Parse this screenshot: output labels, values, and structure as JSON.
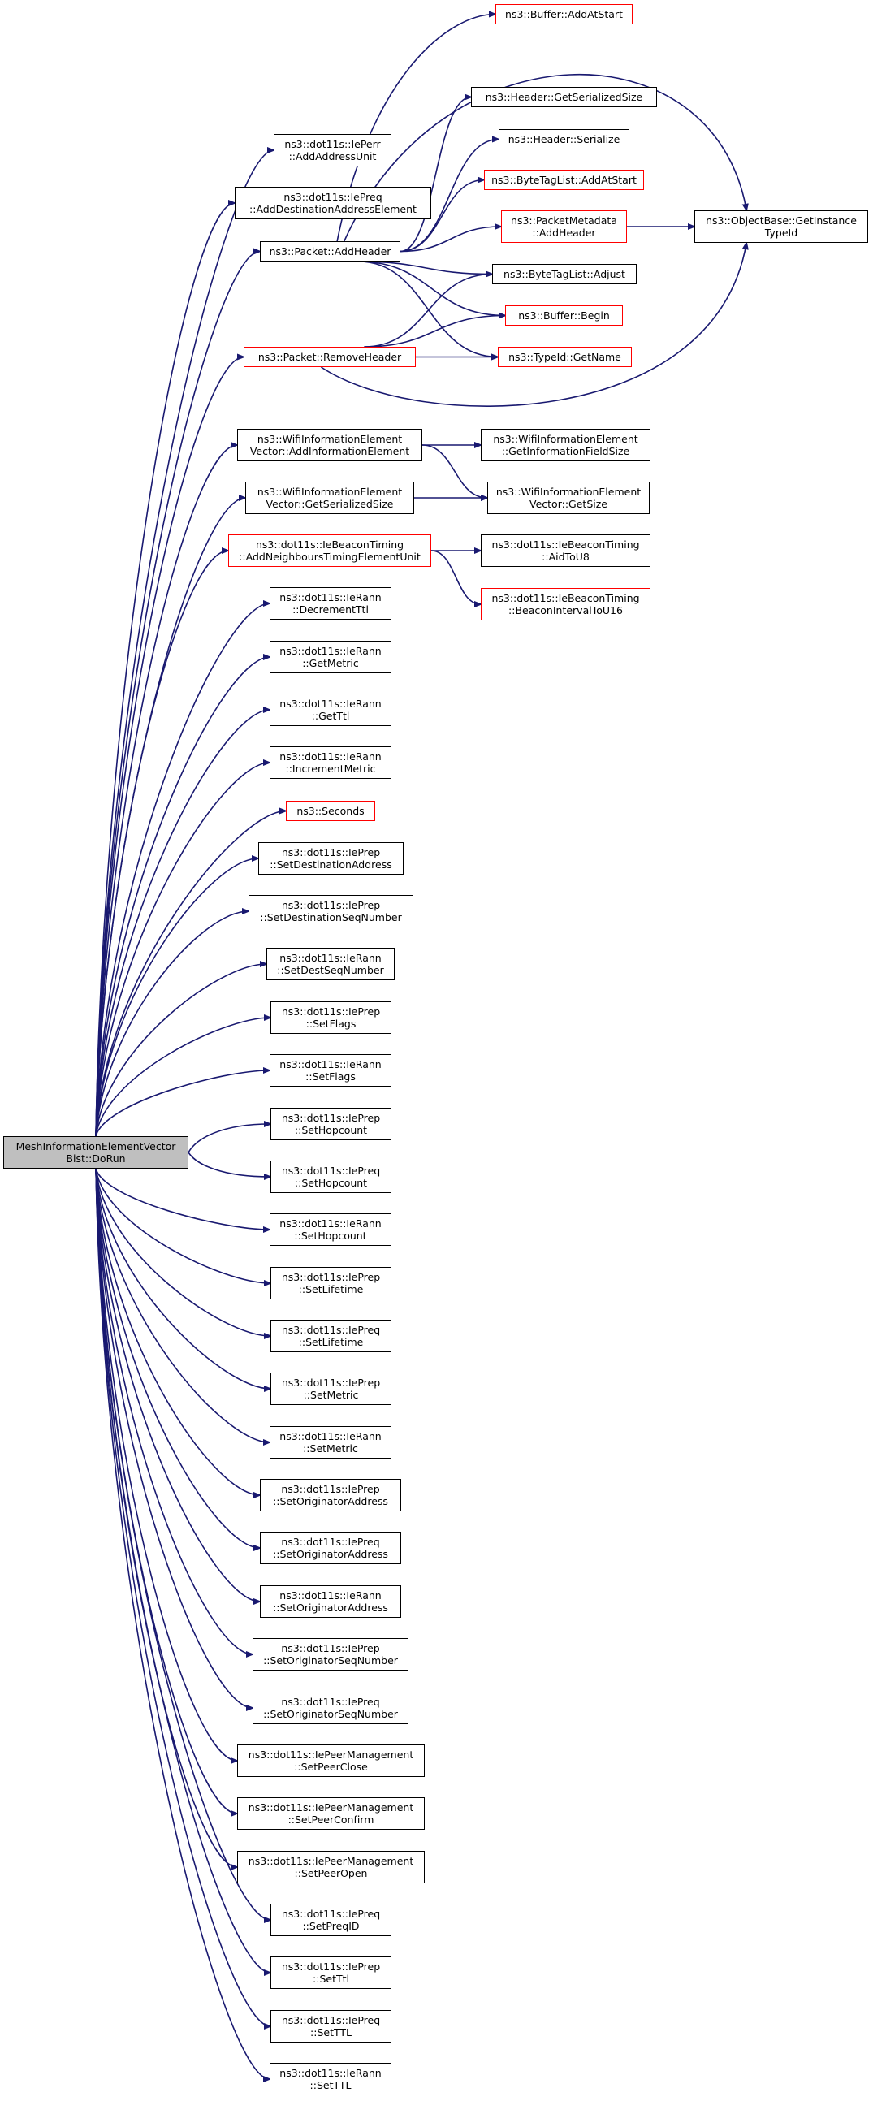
{
  "graph": {
    "root": {
      "id": "root",
      "lines": [
        "MeshInformationElementVector",
        "Bist::DoRun"
      ]
    },
    "colors": {
      "edge": "#191970",
      "node_border": "#000000",
      "node_border_linked": "#ff0000",
      "root_fill": "#bfbfbf"
    },
    "nodes": [
      {
        "id": "ieperr_addaddressunit",
        "lines": [
          "ns3::dot11s::IePerr",
          "::AddAddressUnit"
        ],
        "border": "black"
      },
      {
        "id": "iepreq_adddestaddr",
        "lines": [
          "ns3::dot11s::IePreq",
          "::AddDestinationAddressElement"
        ],
        "border": "black"
      },
      {
        "id": "packet_addheader",
        "lines": [
          "ns3::Packet::AddHeader"
        ],
        "border": "black"
      },
      {
        "id": "packet_removeheader",
        "lines": [
          "ns3::Packet::RemoveHeader"
        ],
        "border": "red"
      },
      {
        "id": "buffer_addatstart",
        "lines": [
          "ns3::Buffer::AddAtStart"
        ],
        "border": "red"
      },
      {
        "id": "header_getserializedsize",
        "lines": [
          "ns3::Header::GetSerializedSize"
        ],
        "border": "black"
      },
      {
        "id": "header_serialize",
        "lines": [
          "ns3::Header::Serialize"
        ],
        "border": "black"
      },
      {
        "id": "bytetaglist_addatstart",
        "lines": [
          "ns3::ByteTagList::AddAtStart"
        ],
        "border": "red"
      },
      {
        "id": "packetmetadata_addheader",
        "lines": [
          "ns3::PacketMetadata",
          "::AddHeader"
        ],
        "border": "red"
      },
      {
        "id": "objectbase_getinstancetypeid",
        "lines": [
          "ns3::ObjectBase::GetInstance",
          "TypeId"
        ],
        "border": "black"
      },
      {
        "id": "bytetaglist_adjust",
        "lines": [
          "ns3::ByteTagList::Adjust"
        ],
        "border": "black"
      },
      {
        "id": "buffer_begin",
        "lines": [
          "ns3::Buffer::Begin"
        ],
        "border": "red"
      },
      {
        "id": "typeid_getname",
        "lines": [
          "ns3::TypeId::GetName"
        ],
        "border": "red"
      },
      {
        "id": "wifiie_addinfoelement",
        "lines": [
          "ns3::WifiInformationElement",
          "Vector::AddInformationElement"
        ],
        "border": "black"
      },
      {
        "id": "wifiie_getserializedsize",
        "lines": [
          "ns3::WifiInformationElement",
          "Vector::GetSerializedSize"
        ],
        "border": "black"
      },
      {
        "id": "wifiie_getinfofieldsize",
        "lines": [
          "ns3::WifiInformationElement",
          "::GetInformationFieldSize"
        ],
        "border": "black"
      },
      {
        "id": "wifiie_getsize",
        "lines": [
          "ns3::WifiInformationElement",
          "Vector::GetSize"
        ],
        "border": "black"
      },
      {
        "id": "iebeacontiming_addneighbours",
        "lines": [
          "ns3::dot11s::IeBeaconTiming",
          "::AddNeighboursTimingElementUnit"
        ],
        "border": "red"
      },
      {
        "id": "iebeacontiming_aidtou8",
        "lines": [
          "ns3::dot11s::IeBeaconTiming",
          "::AidToU8"
        ],
        "border": "black"
      },
      {
        "id": "iebeacontiming_beaconintervaltou16",
        "lines": [
          "ns3::dot11s::IeBeaconTiming",
          "::BeaconIntervalToU16"
        ],
        "border": "red"
      },
      {
        "id": "ierann_decrementttl",
        "lines": [
          "ns3::dot11s::IeRann",
          "::DecrementTtl"
        ],
        "border": "black"
      },
      {
        "id": "ierann_getmetric",
        "lines": [
          "ns3::dot11s::IeRann",
          "::GetMetric"
        ],
        "border": "black"
      },
      {
        "id": "ierann_getttl",
        "lines": [
          "ns3::dot11s::IeRann",
          "::GetTtl"
        ],
        "border": "black"
      },
      {
        "id": "ierann_incrementmetric",
        "lines": [
          "ns3::dot11s::IeRann",
          "::IncrementMetric"
        ],
        "border": "black"
      },
      {
        "id": "seconds",
        "lines": [
          "ns3::Seconds"
        ],
        "border": "red"
      },
      {
        "id": "ieprep_setdestaddr",
        "lines": [
          "ns3::dot11s::IePrep",
          "::SetDestinationAddress"
        ],
        "border": "black"
      },
      {
        "id": "ieprep_setdestseqnum",
        "lines": [
          "ns3::dot11s::IePrep",
          "::SetDestinationSeqNumber"
        ],
        "border": "black"
      },
      {
        "id": "ierann_setdestseqnum",
        "lines": [
          "ns3::dot11s::IeRann",
          "::SetDestSeqNumber"
        ],
        "border": "black"
      },
      {
        "id": "ieprep_setflags",
        "lines": [
          "ns3::dot11s::IePrep",
          "::SetFlags"
        ],
        "border": "black"
      },
      {
        "id": "ierann_setflags",
        "lines": [
          "ns3::dot11s::IeRann",
          "::SetFlags"
        ],
        "border": "black"
      },
      {
        "id": "ieprep_sethopcount",
        "lines": [
          "ns3::dot11s::IePrep",
          "::SetHopcount"
        ],
        "border": "black"
      },
      {
        "id": "iepreq_sethopcount",
        "lines": [
          "ns3::dot11s::IePreq",
          "::SetHopcount"
        ],
        "border": "black"
      },
      {
        "id": "ierann_sethopcount",
        "lines": [
          "ns3::dot11s::IeRann",
          "::SetHopcount"
        ],
        "border": "black"
      },
      {
        "id": "ieprep_setlifetime",
        "lines": [
          "ns3::dot11s::IePrep",
          "::SetLifetime"
        ],
        "border": "black"
      },
      {
        "id": "iepreq_setlifetime",
        "lines": [
          "ns3::dot11s::IePreq",
          "::SetLifetime"
        ],
        "border": "black"
      },
      {
        "id": "ieprep_setmetric",
        "lines": [
          "ns3::dot11s::IePrep",
          "::SetMetric"
        ],
        "border": "black"
      },
      {
        "id": "ierann_setmetric",
        "lines": [
          "ns3::dot11s::IeRann",
          "::SetMetric"
        ],
        "border": "black"
      },
      {
        "id": "ieprep_setorigaddr",
        "lines": [
          "ns3::dot11s::IePrep",
          "::SetOriginatorAddress"
        ],
        "border": "black"
      },
      {
        "id": "iepreq_setorigaddr",
        "lines": [
          "ns3::dot11s::IePreq",
          "::SetOriginatorAddress"
        ],
        "border": "black"
      },
      {
        "id": "ierann_setorigaddr",
        "lines": [
          "ns3::dot11s::IeRann",
          "::SetOriginatorAddress"
        ],
        "border": "black"
      },
      {
        "id": "ieprep_setorigseqnum",
        "lines": [
          "ns3::dot11s::IePrep",
          "::SetOriginatorSeqNumber"
        ],
        "border": "black"
      },
      {
        "id": "iepreq_setorigseqnum",
        "lines": [
          "ns3::dot11s::IePreq",
          "::SetOriginatorSeqNumber"
        ],
        "border": "black"
      },
      {
        "id": "iepeermgmt_setpeerclose",
        "lines": [
          "ns3::dot11s::IePeerManagement",
          "::SetPeerClose"
        ],
        "border": "black"
      },
      {
        "id": "iepeermgmt_setpeerconfirm",
        "lines": [
          "ns3::dot11s::IePeerManagement",
          "::SetPeerConfirm"
        ],
        "border": "black"
      },
      {
        "id": "iepeermgmt_setpeeropen",
        "lines": [
          "ns3::dot11s::IePeerManagement",
          "::SetPeerOpen"
        ],
        "border": "black"
      },
      {
        "id": "iepreq_setpreqid",
        "lines": [
          "ns3::dot11s::IePreq",
          "::SetPreqID"
        ],
        "border": "black"
      },
      {
        "id": "ieprep_setttl",
        "lines": [
          "ns3::dot11s::IePrep",
          "::SetTtl"
        ],
        "border": "black"
      },
      {
        "id": "iepreq_setttl",
        "lines": [
          "ns3::dot11s::IePreq",
          "::SetTTL"
        ],
        "border": "black"
      },
      {
        "id": "ierann_setttl",
        "lines": [
          "ns3::dot11s::IeRann",
          "::SetTTL"
        ],
        "border": "black"
      }
    ],
    "edges": [
      [
        "root",
        "ieperr_addaddressunit"
      ],
      [
        "root",
        "iepreq_adddestaddr"
      ],
      [
        "root",
        "packet_addheader"
      ],
      [
        "root",
        "packet_removeheader"
      ],
      [
        "root",
        "wifiie_addinfoelement"
      ],
      [
        "root",
        "wifiie_getserializedsize"
      ],
      [
        "root",
        "iebeacontiming_addneighbours"
      ],
      [
        "root",
        "ierann_decrementttl"
      ],
      [
        "root",
        "ierann_getmetric"
      ],
      [
        "root",
        "ierann_getttl"
      ],
      [
        "root",
        "ierann_incrementmetric"
      ],
      [
        "root",
        "seconds"
      ],
      [
        "root",
        "ieprep_setdestaddr"
      ],
      [
        "root",
        "ieprep_setdestseqnum"
      ],
      [
        "root",
        "ierann_setdestseqnum"
      ],
      [
        "root",
        "ieprep_setflags"
      ],
      [
        "root",
        "ierann_setflags"
      ],
      [
        "root",
        "ieprep_sethopcount"
      ],
      [
        "root",
        "iepreq_sethopcount"
      ],
      [
        "root",
        "ierann_sethopcount"
      ],
      [
        "root",
        "ieprep_setlifetime"
      ],
      [
        "root",
        "iepreq_setlifetime"
      ],
      [
        "root",
        "ieprep_setmetric"
      ],
      [
        "root",
        "ierann_setmetric"
      ],
      [
        "root",
        "ieprep_setorigaddr"
      ],
      [
        "root",
        "iepreq_setorigaddr"
      ],
      [
        "root",
        "ierann_setorigaddr"
      ],
      [
        "root",
        "ieprep_setorigseqnum"
      ],
      [
        "root",
        "iepreq_setorigseqnum"
      ],
      [
        "root",
        "iepeermgmt_setpeerclose"
      ],
      [
        "root",
        "iepeermgmt_setpeerconfirm"
      ],
      [
        "root",
        "iepeermgmt_setpeeropen"
      ],
      [
        "root",
        "iepreq_setpreqid"
      ],
      [
        "root",
        "ieprep_setttl"
      ],
      [
        "root",
        "iepreq_setttl"
      ],
      [
        "root",
        "ierann_setttl"
      ],
      [
        "packet_addheader",
        "buffer_addatstart"
      ],
      [
        "packet_addheader",
        "header_getserializedsize"
      ],
      [
        "packet_addheader",
        "header_serialize"
      ],
      [
        "packet_addheader",
        "bytetaglist_addatstart"
      ],
      [
        "packet_addheader",
        "packetmetadata_addheader"
      ],
      [
        "packet_addheader",
        "objectbase_getinstancetypeid"
      ],
      [
        "packet_addheader",
        "bytetaglist_adjust"
      ],
      [
        "packet_addheader",
        "buffer_begin"
      ],
      [
        "packet_addheader",
        "typeid_getname"
      ],
      [
        "packetmetadata_addheader",
        "objectbase_getinstancetypeid"
      ],
      [
        "packet_removeheader",
        "bytetaglist_adjust"
      ],
      [
        "packet_removeheader",
        "buffer_begin"
      ],
      [
        "packet_removeheader",
        "typeid_getname"
      ],
      [
        "packet_removeheader",
        "objectbase_getinstancetypeid"
      ],
      [
        "wifiie_addinfoelement",
        "wifiie_getinfofieldsize"
      ],
      [
        "wifiie_addinfoelement",
        "wifiie_getsize"
      ],
      [
        "wifiie_getserializedsize",
        "wifiie_getsize"
      ],
      [
        "iebeacontiming_addneighbours",
        "iebeacontiming_aidtou8"
      ],
      [
        "iebeacontiming_addneighbours",
        "iebeacontiming_beaconintervaltou16"
      ]
    ]
  }
}
